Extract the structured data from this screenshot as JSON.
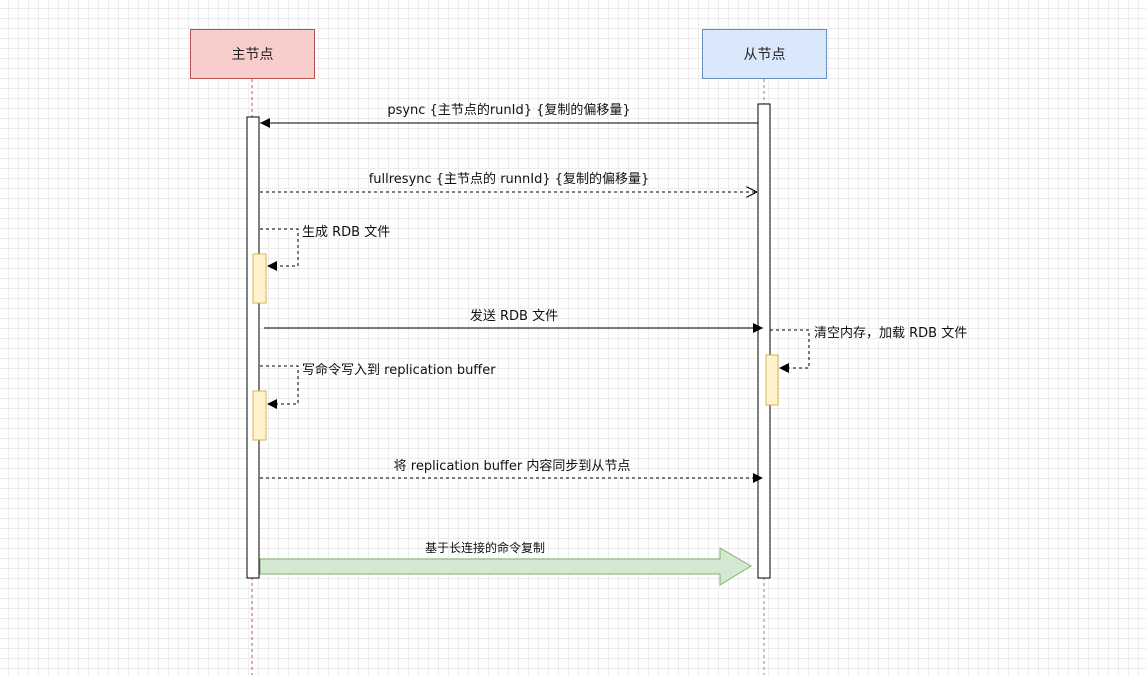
{
  "participants": {
    "master": {
      "label": "主节点",
      "fill": "#f8cecc",
      "stroke": "#b85450"
    },
    "slave": {
      "label": "从节点",
      "fill": "#dae8fc",
      "stroke": "#6c8ebf"
    }
  },
  "messages": {
    "psync": "psync {主节点的runId} {复制的偏移量}",
    "fullresync": "fullresync {主节点的 runnId} {复制的偏移量}",
    "gen_rdb": "生成 RDB 文件",
    "send_rdb": "发送 RDB 文件",
    "clear_load": "清空内存，加载 RDB 文件",
    "write_buffer": "写命令写入到 replication buffer",
    "sync_buffer": "将 replication buffer 内容同步到从节点",
    "long_conn": "基于长连接的命令复制"
  },
  "colors": {
    "activation_fill": "#fff2cc",
    "activation_stroke": "#d6b656",
    "arrow_fill": "#d5e8d4",
    "arrow_stroke": "#82b366"
  }
}
